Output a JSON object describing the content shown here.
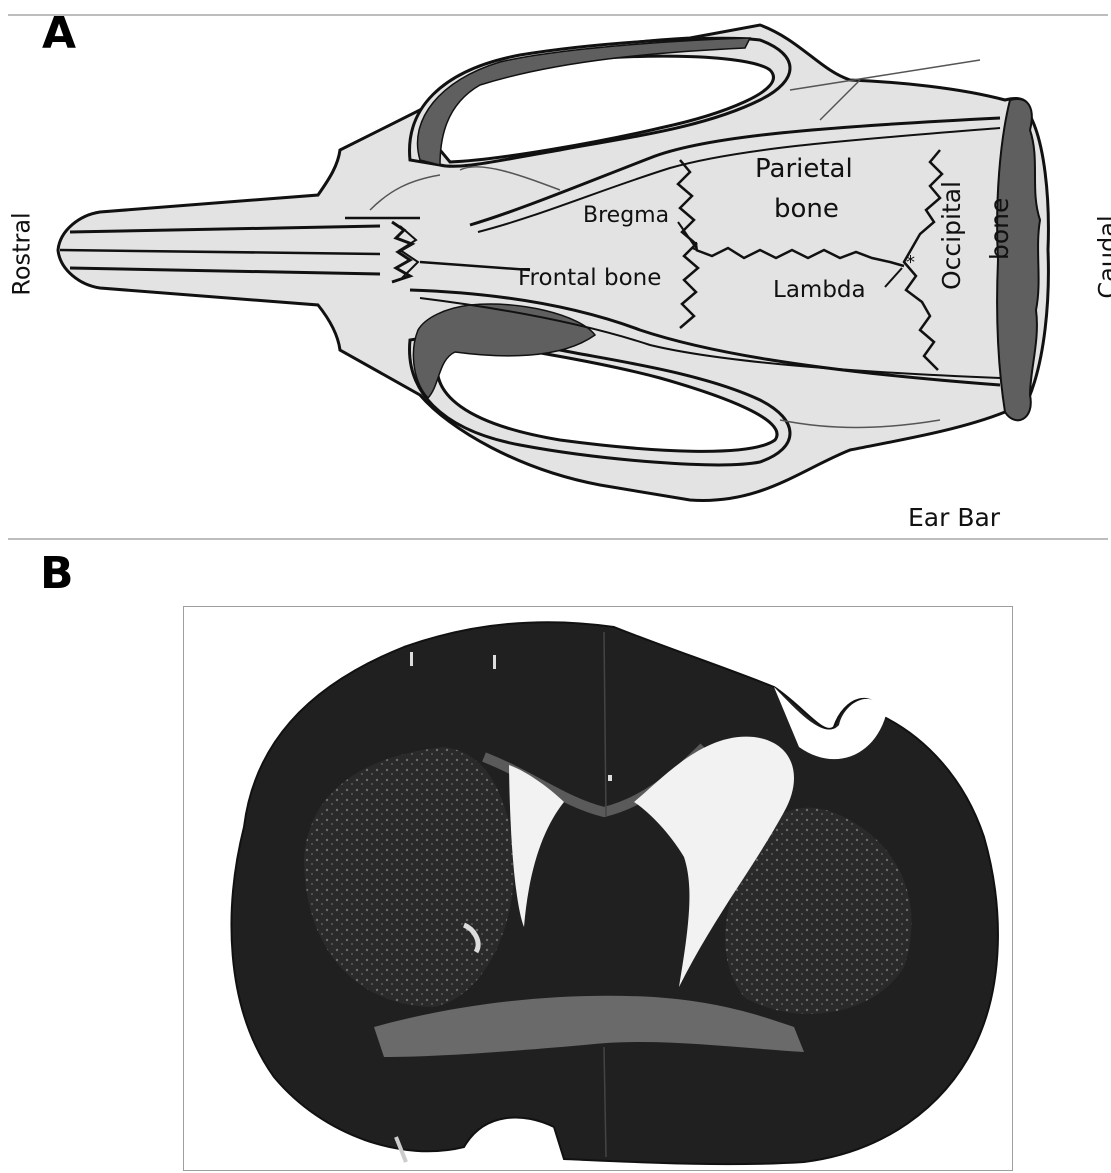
{
  "panel_a": {
    "letter": "A",
    "labels": {
      "rostral": "Rostral",
      "caudal": "Caudal",
      "bregma": "Bregma",
      "parietal_line1": "Parietal",
      "parietal_line2": "bone",
      "frontal": "Frontal bone",
      "lambda": "Lambda",
      "occipital_line1": "Occipital",
      "occipital_line2": "bone",
      "ear_bar": "Ear Bar",
      "asterisk": "*"
    },
    "colors": {
      "bone_fill": "#e3e3e3",
      "dark_fill": "#5f5f5f",
      "outline": "#111111"
    }
  },
  "panel_b": {
    "letter": "B",
    "colors": {
      "tissue": "#202020",
      "white_matter": "#6a6a6a",
      "ventricle": "#f2f2f2"
    }
  }
}
